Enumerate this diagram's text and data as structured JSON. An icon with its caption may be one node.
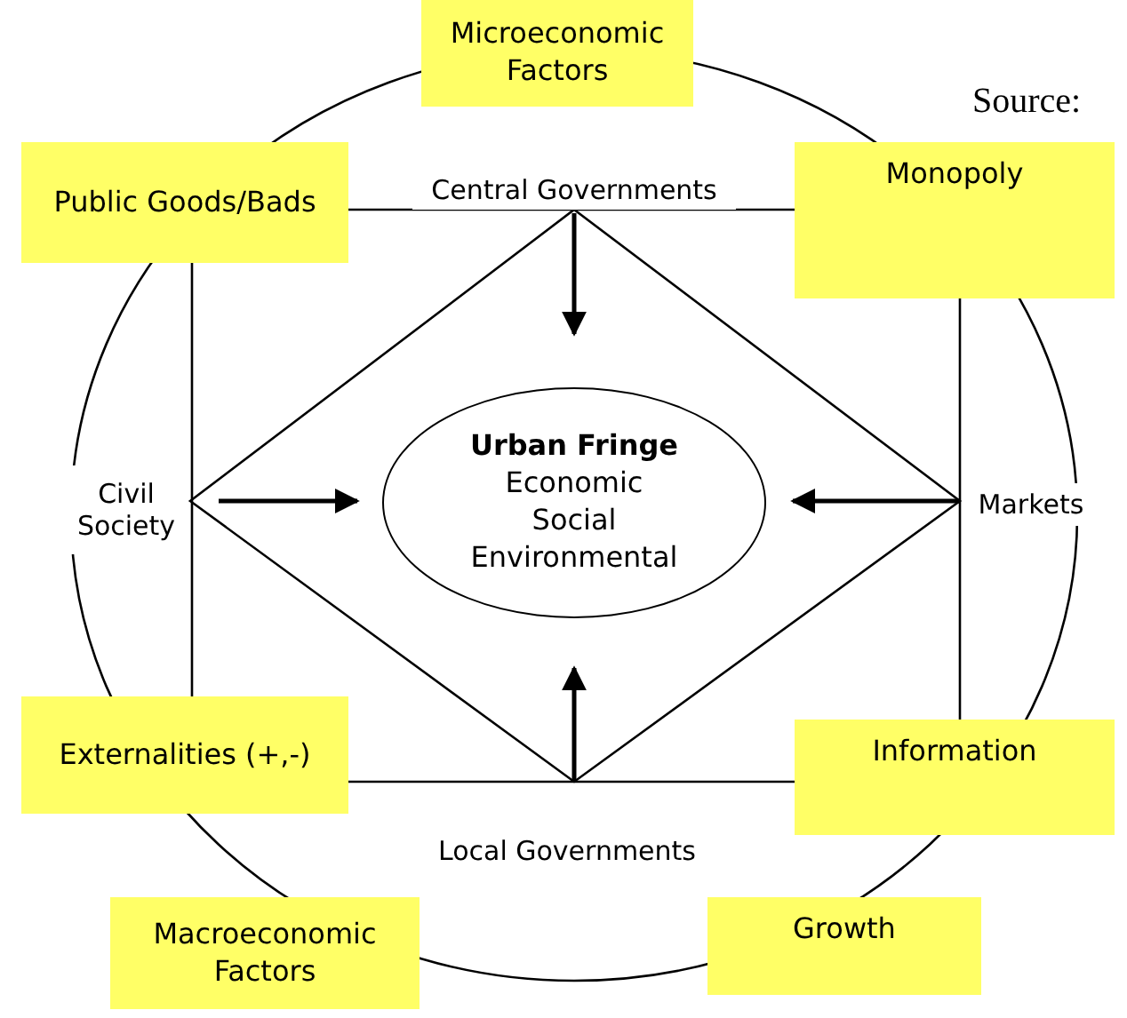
{
  "diagram": {
    "nodes": [
      {
        "text": [
          "Microeconomic Factors"
        ]
      },
      {
        "text": [
          "Public Goods/Bads"
        ]
      },
      {
        "text": [
          "Central Governments"
        ]
      },
      {
        "text": [
          "Monopoly"
        ]
      },
      {
        "text": [
          "Civil Society"
        ]
      },
      {
        "text": [
          "Urban Fringe",
          "Economic Social Environmental"
        ]
      },
      {
        "text": [
          "Markets"
        ]
      },
      {
        "text": [
          "Externalities (+,-)"
        ]
      },
      {
        "text": [
          "Information"
        ]
      },
      {
        "text": [
          "Local Governments"
        ]
      },
      {
        "text": [
          "Macroeconomic Factors"
        ]
      },
      {
        "text": [
          "Growth"
        ]
      }
    ],
    "edges": [
      {
        "from": 2,
        "to": 5,
        "arrow": "to"
      },
      {
        "from": 4,
        "to": 5,
        "arrow": "to"
      },
      {
        "from": 6,
        "to": 5,
        "arrow": "to"
      },
      {
        "from": 9,
        "to": 5,
        "arrow": "to"
      },
      {
        "from": 1,
        "to": 3,
        "arrow": "none"
      },
      {
        "from": 1,
        "to": 7,
        "arrow": "none"
      },
      {
        "from": 3,
        "to": 8,
        "arrow": "none"
      },
      {
        "from": 7,
        "to": 8,
        "arrow": "none"
      }
    ],
    "labels": [
      "Source:"
    ]
  }
}
